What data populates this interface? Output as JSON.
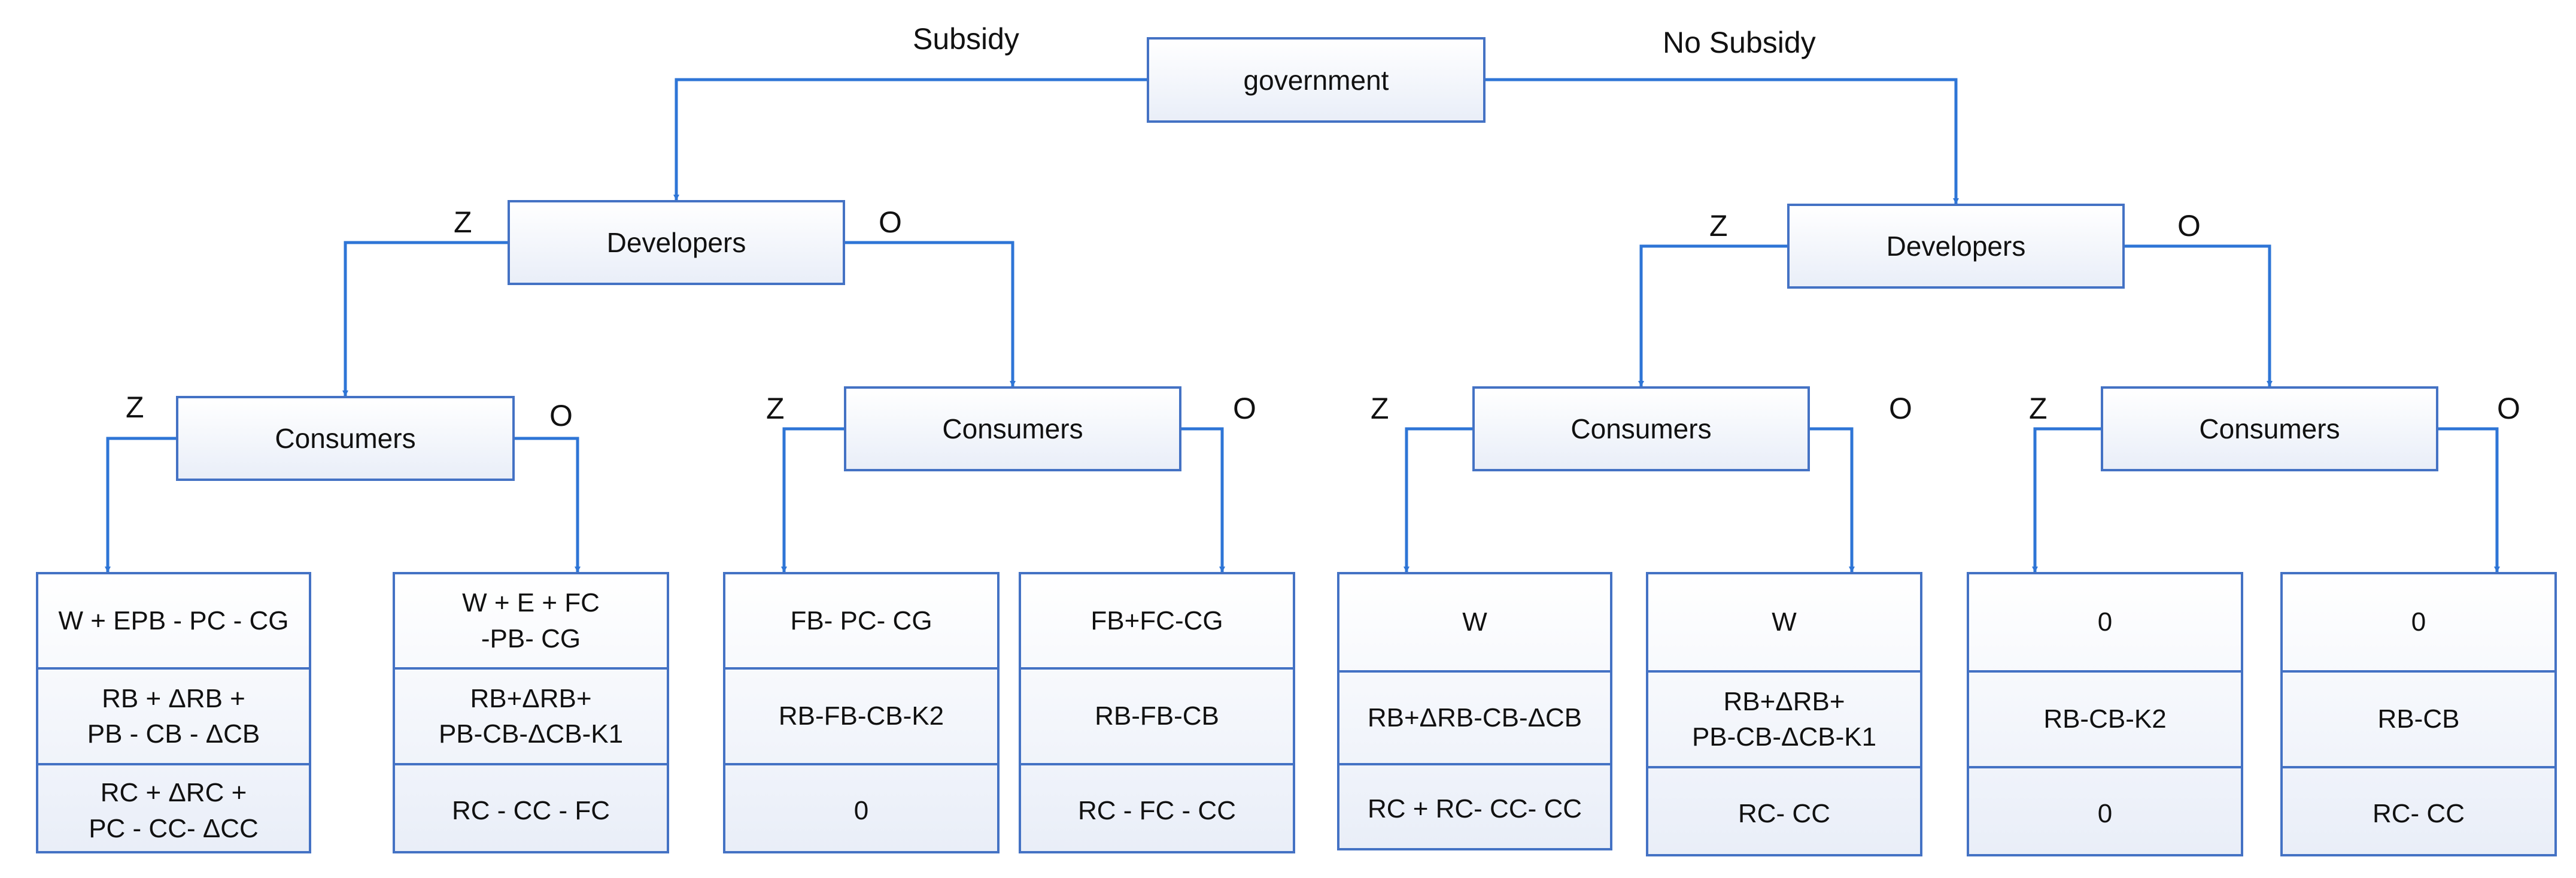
{
  "colors": {
    "line": "#2e75d6",
    "border": "#4472c4"
  },
  "root": {
    "label": "government"
  },
  "branches": {
    "left": "Subsidy",
    "right": "No Subsidy"
  },
  "developers": [
    {
      "label": "Developers",
      "z": "Z",
      "o": "O"
    },
    {
      "label": "Developers",
      "z": "Z",
      "o": "O"
    }
  ],
  "consumers": [
    {
      "label": "Consumers",
      "z": "Z",
      "o": "O"
    },
    {
      "label": "Consumers",
      "z": "Z",
      "o": "O"
    },
    {
      "label": "Consumers",
      "z": "Z",
      "o": "O"
    },
    {
      "label": "Consumers",
      "z": "Z",
      "o": "O"
    }
  ],
  "leaves": [
    {
      "government": [
        "W + EPB - PC - CG"
      ],
      "developers": [
        "RB + ΔRB +",
        "PB - CB - ΔCB"
      ],
      "consumers": [
        "RC + ΔRC +",
        "PC - CC- ΔCC"
      ]
    },
    {
      "government": [
        "W + E + FC",
        "-PB- CG"
      ],
      "developers": [
        "RB+ΔRB+",
        "PB-CB-ΔCB-K1"
      ],
      "consumers": [
        "RC - CC - FC"
      ]
    },
    {
      "government": [
        "FB- PC- CG"
      ],
      "developers": [
        "RB-FB-CB-K2"
      ],
      "consumers": [
        "0"
      ]
    },
    {
      "government": [
        "FB+FC-CG"
      ],
      "developers": [
        "RB-FB-CB"
      ],
      "consumers": [
        "RC - FC - CC"
      ]
    },
    {
      "government": [
        "W"
      ],
      "developers": [
        "RB+ΔRB-CB-ΔCB"
      ],
      "consumers": [
        "RC + RC- CC- CC"
      ]
    },
    {
      "government": [
        "W"
      ],
      "developers": [
        "RB+ΔRB+",
        "PB-CB-ΔCB-K1"
      ],
      "consumers": [
        "RC- CC"
      ]
    },
    {
      "government": [
        "0"
      ],
      "developers": [
        "RB-CB-K2"
      ],
      "consumers": [
        "0"
      ]
    },
    {
      "government": [
        "0"
      ],
      "developers": [
        "RB-CB"
      ],
      "consumers": [
        "RC- CC"
      ]
    }
  ]
}
